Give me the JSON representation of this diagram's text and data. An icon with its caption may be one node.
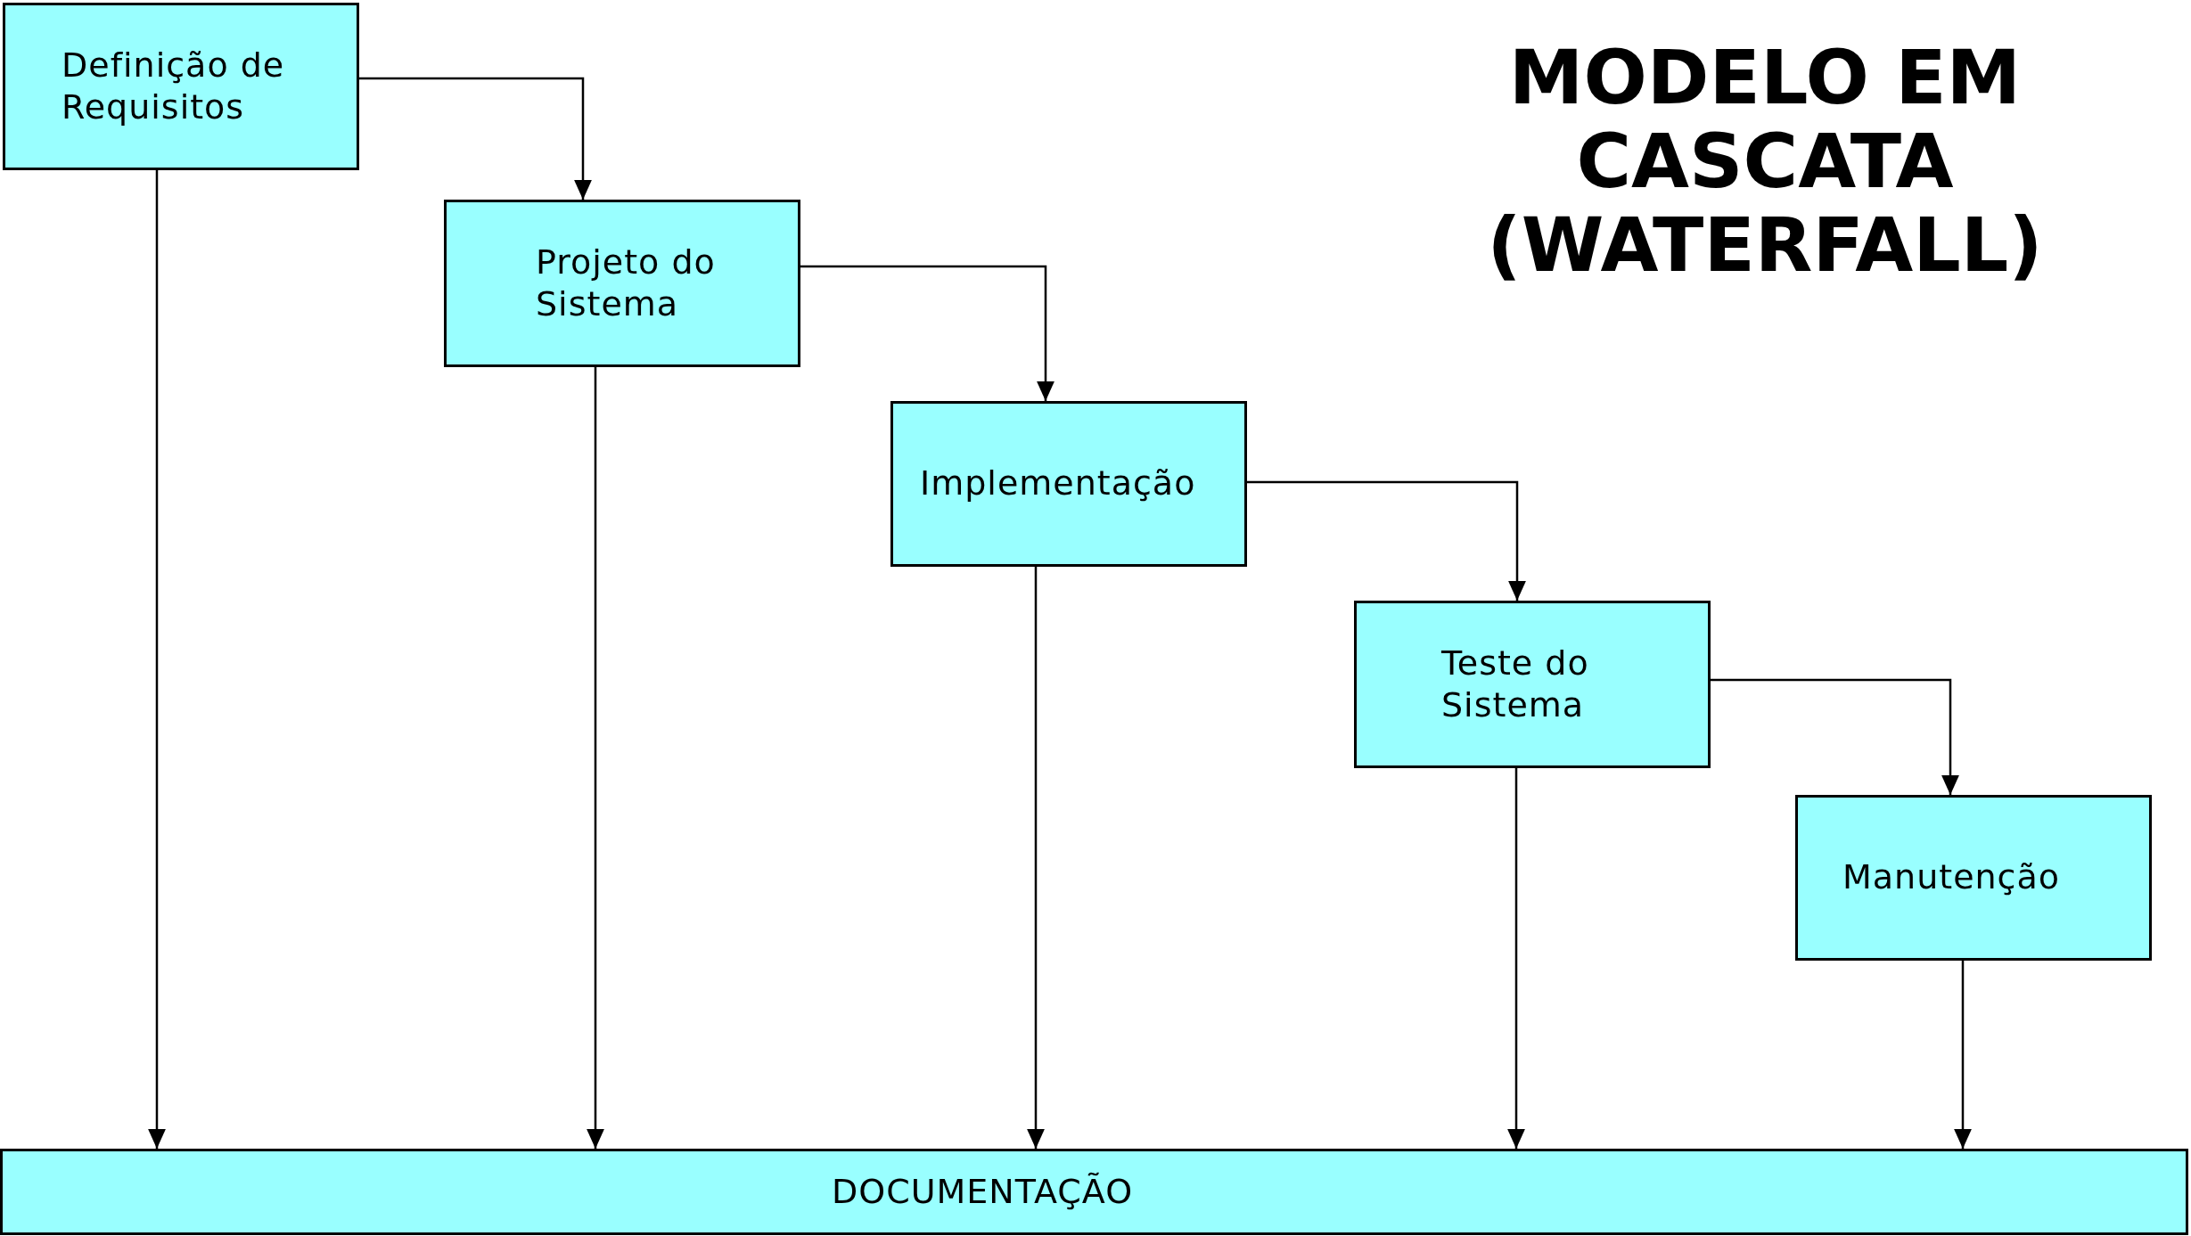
{
  "diagram": {
    "title": "MODELO EM CASCATA (WATERFALL)",
    "nodes": [
      {
        "text": [
          "Definição de Requisitos"
        ]
      },
      {
        "text": [
          "Projeto do Sistema"
        ]
      },
      {
        "text": [
          "Implementação"
        ]
      },
      {
        "text": [
          "Teste do Sistema"
        ]
      },
      {
        "text": [
          "Manutenção"
        ]
      },
      {
        "text": [
          "DOCUMENTAÇÃO"
        ]
      }
    ],
    "edges": [
      {
        "from": 0,
        "to": 1,
        "arrow": "to"
      },
      {
        "from": 1,
        "to": 2,
        "arrow": "to"
      },
      {
        "from": 2,
        "to": 3,
        "arrow": "to"
      },
      {
        "from": 3,
        "to": 4,
        "arrow": "to"
      },
      {
        "from": 0,
        "to": 5,
        "arrow": "to"
      },
      {
        "from": 1,
        "to": 5,
        "arrow": "to"
      },
      {
        "from": 2,
        "to": 5,
        "arrow": "to"
      },
      {
        "from": 3,
        "to": 5,
        "arrow": "to"
      },
      {
        "from": 4,
        "to": 5,
        "arrow": "to"
      }
    ]
  }
}
